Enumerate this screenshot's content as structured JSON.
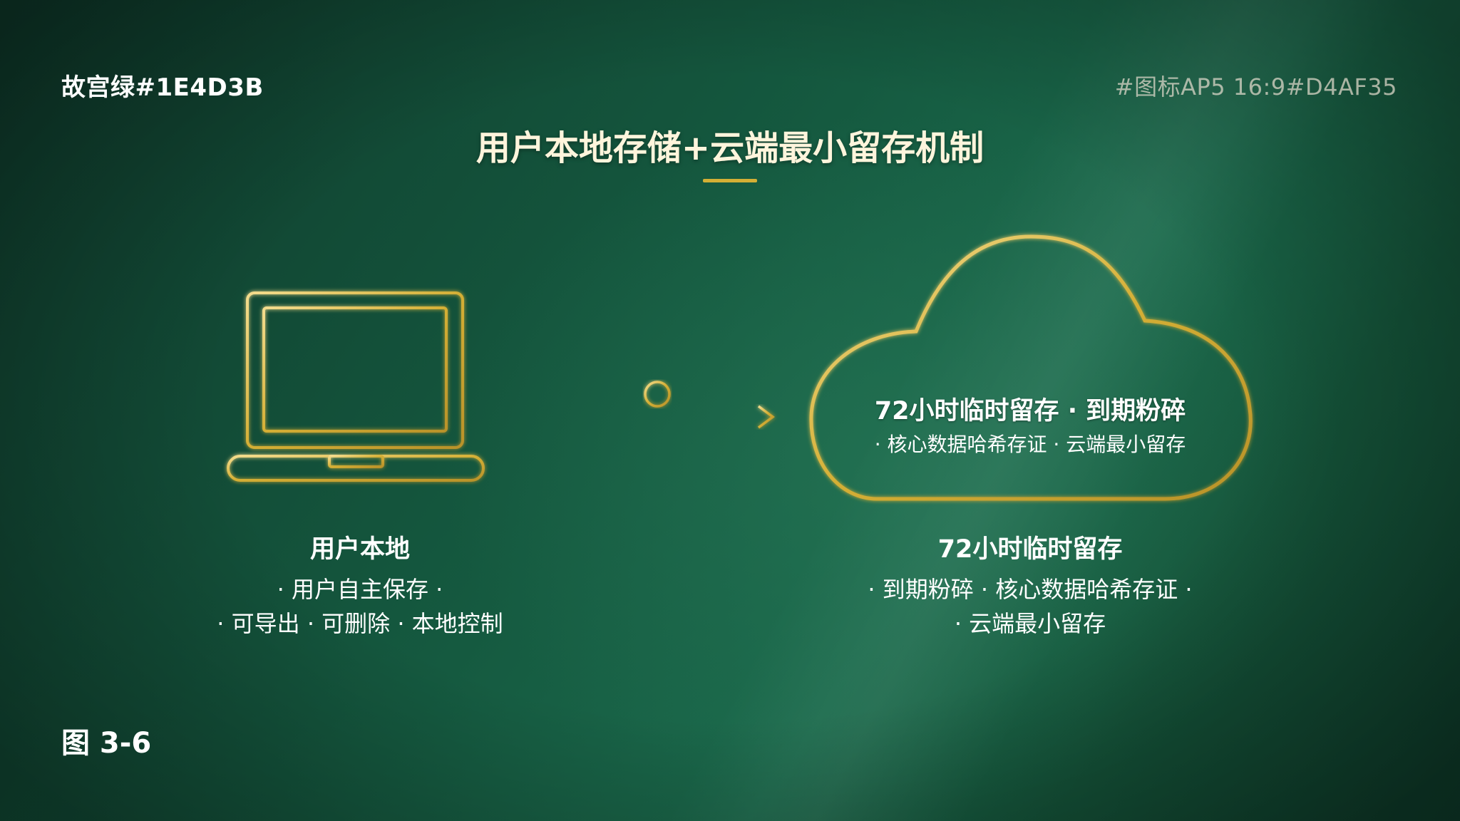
{
  "header": {
    "left_label": "故宫绿#1E4D3B",
    "right_label": "#图标AP5 16:9#D4AF35"
  },
  "title": "用户本地存储+云端最小留存机制",
  "cloud": {
    "title": "72小时临时留存 · 到期粉碎",
    "subtitle": "· 核心数据哈希存证 · 云端最小留存"
  },
  "left_caption": {
    "head": "用户本地",
    "line1": "· 用户自主保存 ·",
    "line2": "· 可导出 · 可删除 · 本地控制"
  },
  "right_caption": {
    "head": "72小时临时留存",
    "line1": "· 到期粉碎 · 核心数据哈希存证 ·",
    "line2": "· 云端最小留存"
  },
  "figure_label": "图 3-6",
  "colors": {
    "background": "#1E4D3B",
    "gold": "#D4AF35"
  },
  "icons": [
    "laptop-icon",
    "arrow-right-icon",
    "cloud-icon",
    "circle-node-icon"
  ]
}
